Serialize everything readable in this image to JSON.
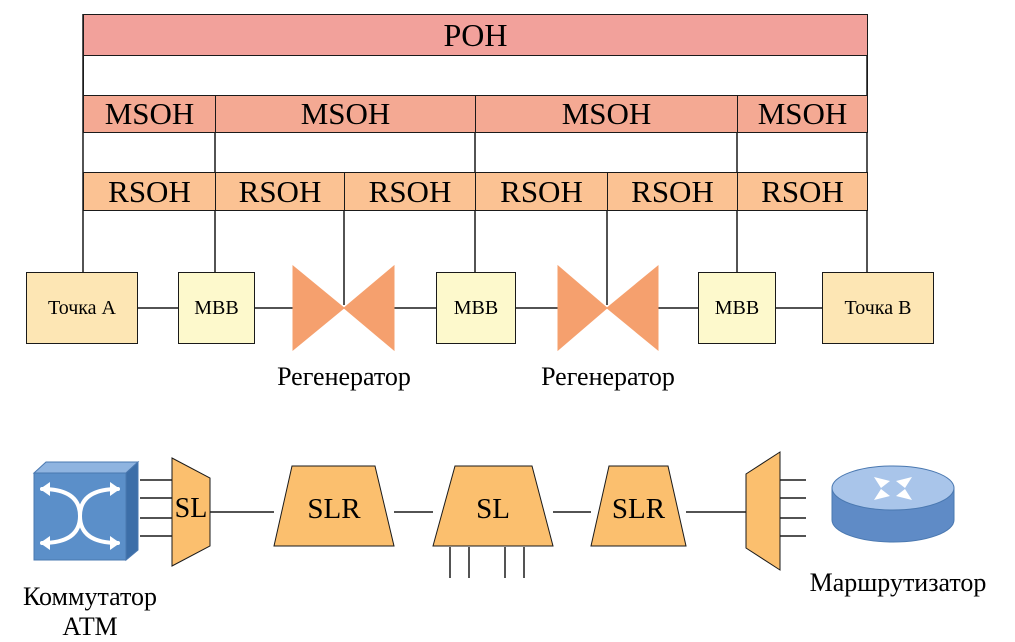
{
  "layers": {
    "poh": "POH",
    "msoh": [
      "MSOH",
      "MSOH",
      "MSOH",
      "MSOH"
    ],
    "rsoh": [
      "RSOH",
      "RSOH",
      "RSOH",
      "RSOH",
      "RSOH",
      "RSOH"
    ]
  },
  "nodes": {
    "point_a": "Точка А",
    "mbb_1": "МВВ",
    "mbb_2": "МВВ",
    "mbb_3": "МВВ",
    "point_b": "Точка В"
  },
  "regenerators": [
    "Регенератор",
    "Регенератор"
  ],
  "bottom": {
    "sl_left": "SL",
    "slr_1": "SLR",
    "sl_middle": "SL",
    "slr_2": "SLR",
    "switch_caption_line1": "Коммутатор",
    "switch_caption_line2": "АТМ",
    "router_caption": "Маршрутизатор"
  },
  "colors": {
    "poh": "#f2a19b",
    "msoh": "#f4a993",
    "rsoh": "#fbc293",
    "point": "#fde6b4",
    "mbb": "#fdf9cc",
    "regenerator": "#f5a06e",
    "mux": "#fbbf6e",
    "switch": "#5b8fc9",
    "router": "#7fa6d8"
  }
}
